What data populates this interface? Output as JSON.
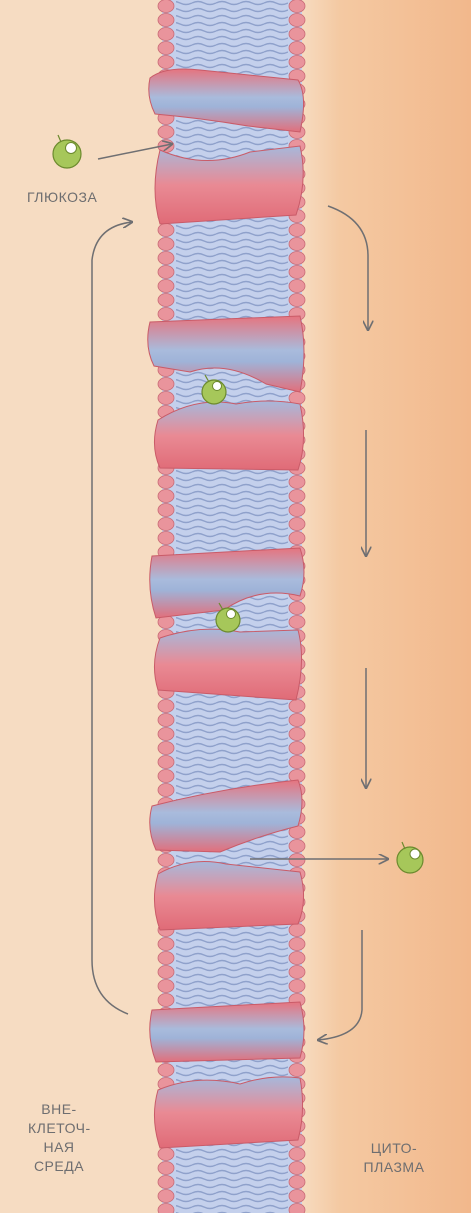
{
  "labels": {
    "glucose": "ГЛЮКОЗА",
    "extracellular": [
      "ВНЕ-",
      "КЛЕТОЧ-",
      "НАЯ",
      "СРЕДА"
    ],
    "cytoplasm": [
      "ЦИТО-",
      "ПЛАЗМА"
    ]
  },
  "colors": {
    "background_left": "#f6dcc2",
    "background_right": "#f2b88c",
    "protein_red": "#e77a85",
    "protein_blue": "#9fb3d8",
    "lipid_head": "#e9949c",
    "lipid_tail": "#b8c6e6",
    "glucose_green": "#a6c75a",
    "arrow": "#6f6f72"
  },
  "icons": [
    "glucose-molecule-icon",
    "arrow-icon"
  ]
}
